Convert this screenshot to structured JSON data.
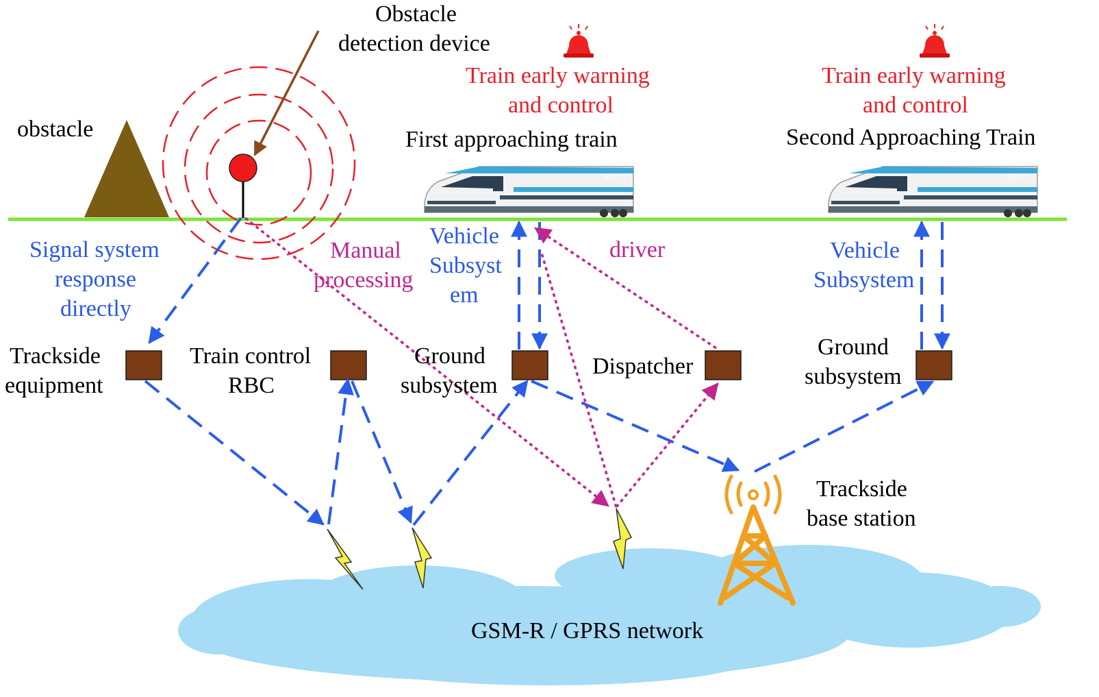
{
  "labels": {
    "obstacle": "obstacle",
    "detector_line1": "Obstacle",
    "detector_line2": "detection device",
    "warning1_line1": "Train early warning",
    "warning1_line2": "and control",
    "warning2_line1": "Train early warning",
    "warning2_line2": "and control",
    "train1": "First approaching train",
    "train2": "Second Approaching Train",
    "signal_line1": "Signal system",
    "signal_line2": "response",
    "signal_line3": "directly",
    "manual_line1": "Manual",
    "manual_line2": "processing",
    "vehicle1_line1": "Vehicle",
    "vehicle1_line2": "Subsyst",
    "vehicle1_line3": "em",
    "driver": "driver",
    "vehicle2_line1": "Vehicle",
    "vehicle2_line2": "Subsystem",
    "trackside_line1": "Trackside",
    "trackside_line2": "equipment",
    "rbc_line1": "Train control",
    "rbc_line2": "RBC",
    "ground1_line1": "Ground",
    "ground1_line2": "subsystem",
    "dispatcher": "Dispatcher",
    "ground2_line1": "Ground",
    "ground2_line2": "subsystem",
    "base_line1": "Trackside",
    "base_line2": "base station",
    "network": "GSM-R / GPRS network",
    "train_code1": "E-14",
    "train_code2": "E-14"
  },
  "colors": {
    "track": "#7ee33a",
    "signal_arrow": "#2a5ee8",
    "manual_arrow": "#c0268e",
    "warning_text": "#e8202a",
    "box": "#7a3a14",
    "cloud": "#a6dcf5",
    "obstacle": "#7a5c12",
    "tower": "#f0a020"
  }
}
